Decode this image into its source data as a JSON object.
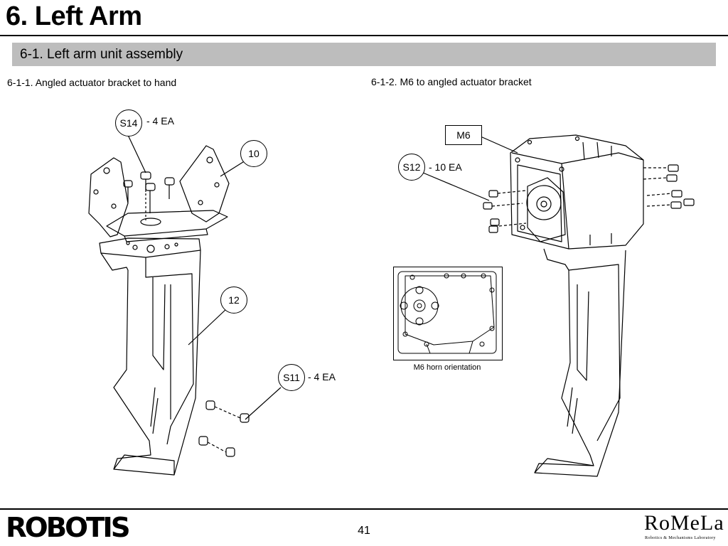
{
  "header": {
    "title": "6. Left Arm"
  },
  "section": {
    "title": "6-1. Left arm unit assembly"
  },
  "steps": [
    {
      "title": "6-1-1. Angled actuator bracket to hand"
    },
    {
      "title": "6-1-2. M6 to angled actuator bracket"
    }
  ],
  "step1": {
    "callouts": {
      "s14": "S14",
      "p10": "10",
      "p12": "12",
      "s11": "S11"
    },
    "quantities": {
      "s14": "- 4 EA",
      "s11": "- 4 EA"
    }
  },
  "step2": {
    "m6_label": "M6",
    "callouts": {
      "s12": "S12"
    },
    "quantities": {
      "s12": "- 10 EA"
    },
    "inset_caption": "M6 horn orientation"
  },
  "footer": {
    "page_number": "41",
    "logo_left": "ROBOTIS",
    "logo_right": "RoMeLa",
    "logo_right_sub": "Robotics & Mechanisms Laboratory"
  }
}
